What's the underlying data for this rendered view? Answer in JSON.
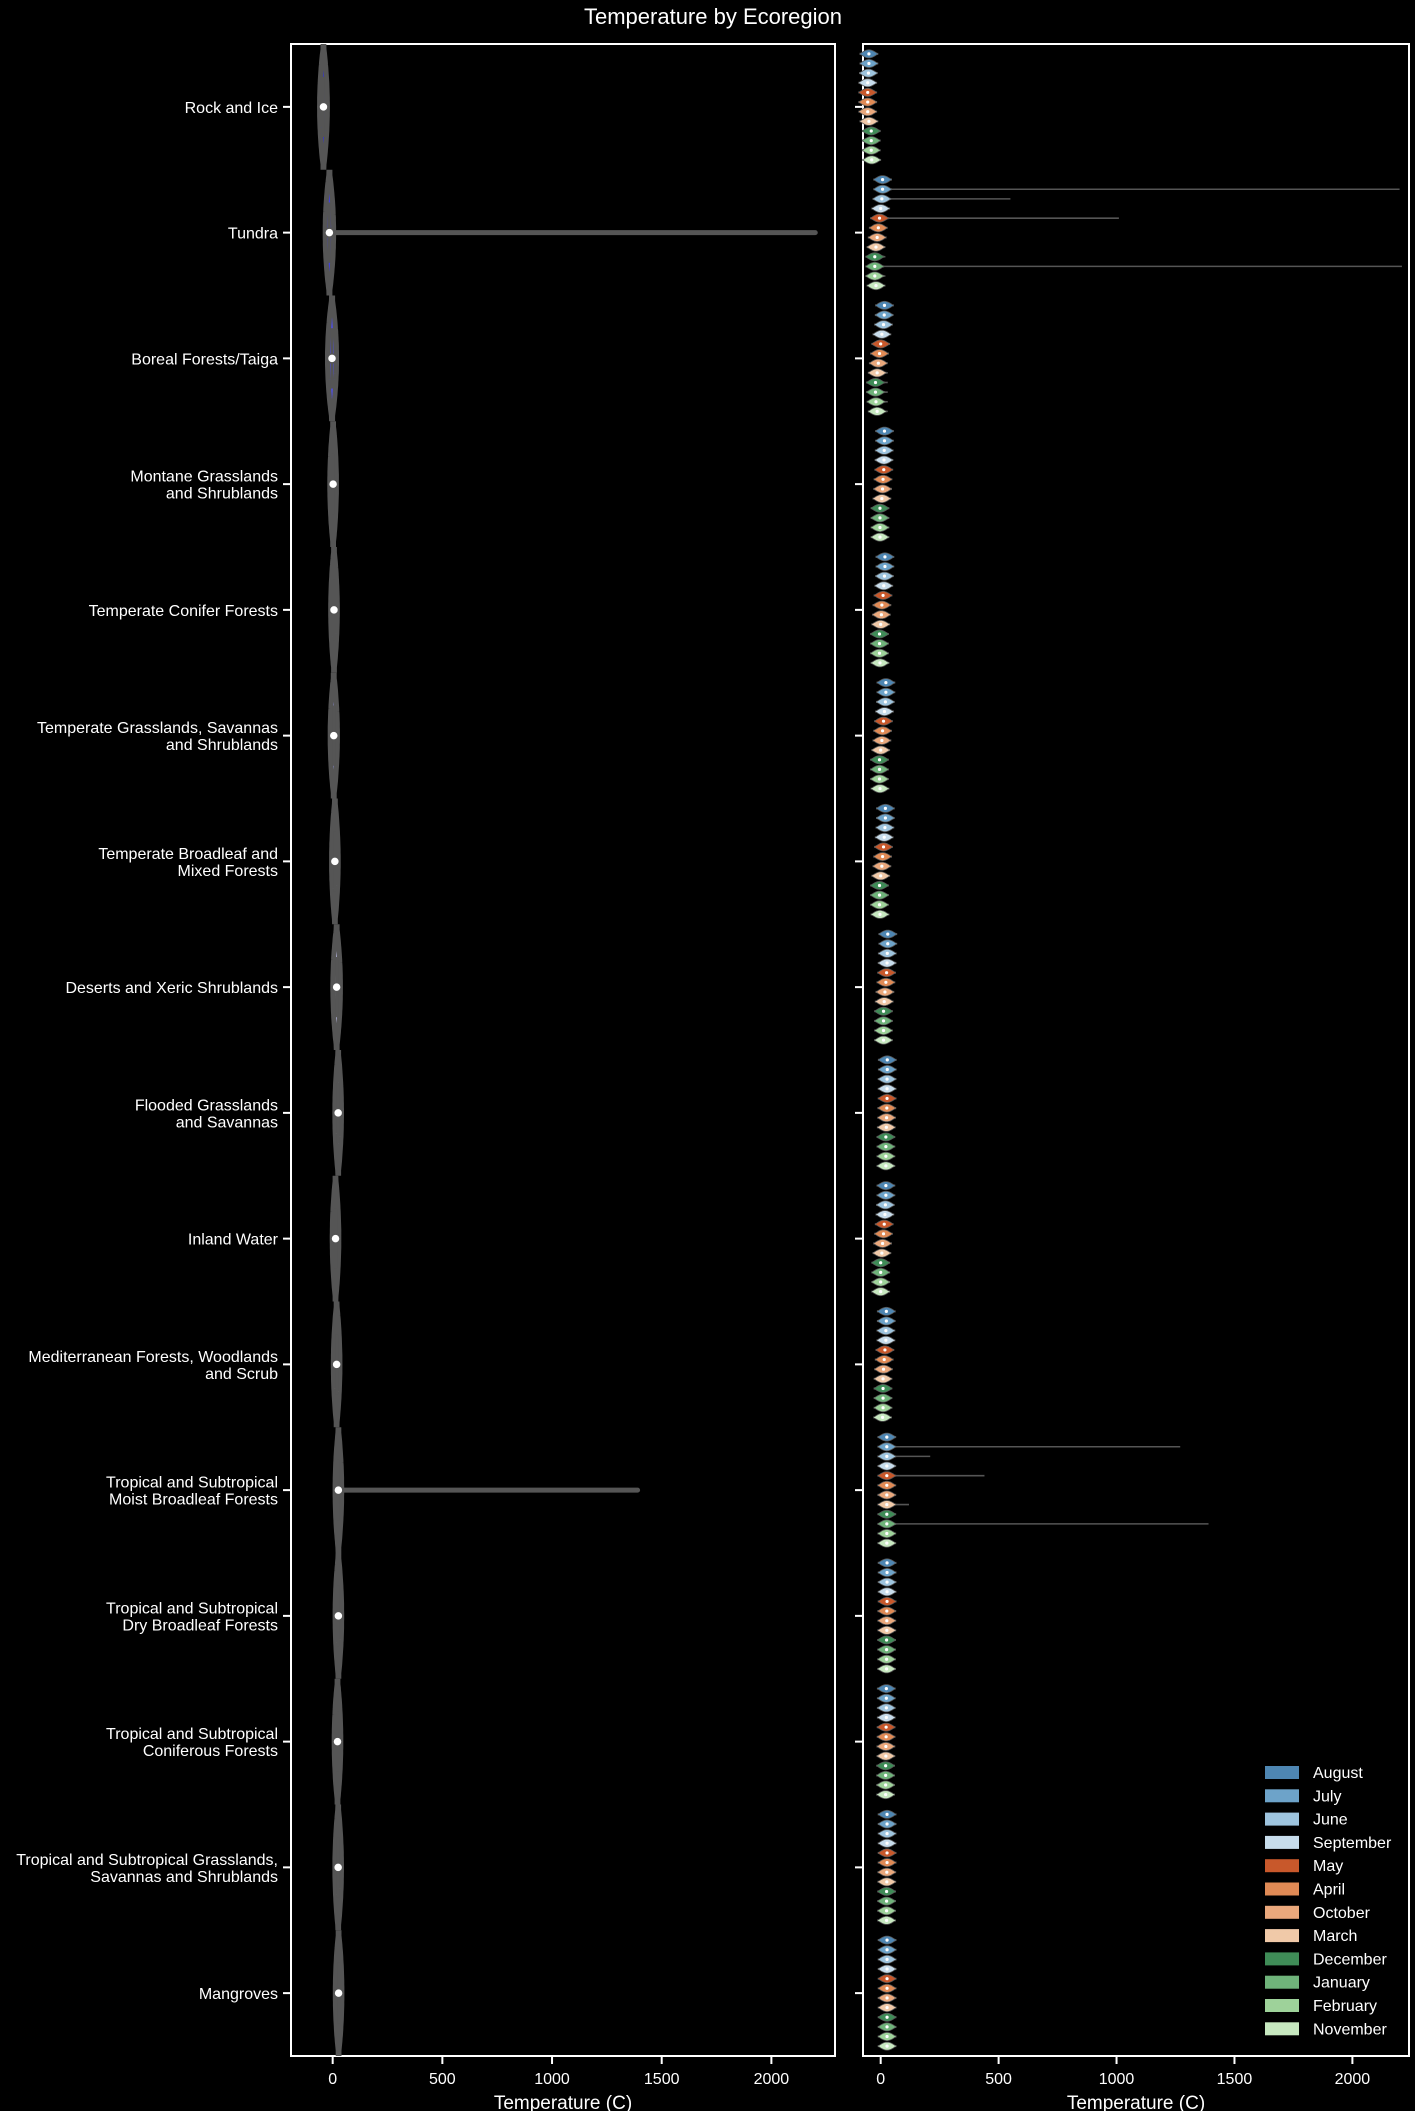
{
  "chart_data": {
    "title": "Temperature by Ecoregion",
    "type": "violin",
    "categories": [
      [
        "Rock and Ice"
      ],
      [
        "Tundra"
      ],
      [
        "Boreal Forests/Taiga"
      ],
      [
        "Montane Grasslands",
        "and Shrublands"
      ],
      [
        "Temperate Conifer Forests"
      ],
      [
        "Temperate Grasslands, Savannas",
        "and Shrublands"
      ],
      [
        "Temperate Broadleaf and",
        "Mixed Forests"
      ],
      [
        "Deserts and Xeric Shrublands"
      ],
      [
        "Flooded Grasslands",
        "and Savannas"
      ],
      [
        "Inland Water"
      ],
      [
        "Mediterranean Forests, Woodlands",
        "and Scrub"
      ],
      [
        "Tropical and Subtropical",
        "Moist Broadleaf Forests"
      ],
      [
        "Tropical and Subtropical",
        "Dry Broadleaf Forests"
      ],
      [
        "Tropical and Subtropical",
        "Coniferous Forests"
      ],
      [
        "Tropical and Subtropical Grasslands,",
        "Savannas and Shrublands"
      ],
      [
        "Mangroves"
      ]
    ],
    "ecoregion_colors": [
      "#3232d6",
      "#4040dc",
      "#5050e0",
      "#6868e4",
      "#7c7ce6",
      "#9494ea",
      "#aaaaee",
      "#c4c4f2",
      "#dcdcf4",
      "#f2eaea",
      "#f0dcd8",
      "#eccac4",
      "#e8c0b8",
      "#e4b8ae",
      "#e0b0a6",
      "#dcaaa0"
    ],
    "left_panel": {
      "xlabel": "Temperature (C)",
      "xlim": [
        -190,
        2290
      ],
      "xticks": [
        0,
        500,
        1000,
        1500,
        2000
      ],
      "violins": [
        {
          "median": -42,
          "q1": -60,
          "q3": -20,
          "min": -70,
          "max": -5,
          "whisker_max": -5
        },
        {
          "median": -15,
          "q1": -30,
          "q3": 0,
          "min": -55,
          "max": 15,
          "whisker_max": 2200
        },
        {
          "median": -3,
          "q1": -20,
          "q3": 10,
          "min": -55,
          "max": 20,
          "whisker_max": 20
        },
        {
          "median": 2,
          "q1": -8,
          "q3": 12,
          "min": -30,
          "max": 25,
          "whisker_max": 25
        },
        {
          "median": 6,
          "q1": -3,
          "q3": 14,
          "min": -25,
          "max": 28,
          "whisker_max": 28
        },
        {
          "median": 5,
          "q1": -5,
          "q3": 15,
          "min": -30,
          "max": 30,
          "whisker_max": 30
        },
        {
          "median": 10,
          "q1": 0,
          "q3": 18,
          "min": -25,
          "max": 30,
          "whisker_max": 30
        },
        {
          "median": 18,
          "q1": 8,
          "q3": 26,
          "min": -25,
          "max": 38,
          "whisker_max": 38
        },
        {
          "median": 25,
          "q1": 18,
          "q3": 29,
          "min": -20,
          "max": 35,
          "whisker_max": 35
        },
        {
          "median": 13,
          "q1": 2,
          "q3": 22,
          "min": -20,
          "max": 32,
          "whisker_max": 32
        },
        {
          "median": 18,
          "q1": 12,
          "q3": 24,
          "min": 2,
          "max": 32,
          "whisker_max": 32
        },
        {
          "median": 26,
          "q1": 24,
          "q3": 27,
          "min": 15,
          "max": 33,
          "whisker_max": 1390
        },
        {
          "median": 26,
          "q1": 23,
          "q3": 28,
          "min": 12,
          "max": 35,
          "whisker_max": 35
        },
        {
          "median": 22,
          "q1": 18,
          "q3": 25,
          "min": 8,
          "max": 32,
          "whisker_max": 32
        },
        {
          "median": 25,
          "q1": 22,
          "q3": 28,
          "min": 12,
          "max": 35,
          "whisker_max": 35
        },
        {
          "median": 27,
          "q1": 26,
          "q3": 28,
          "min": 20,
          "max": 32,
          "whisker_max": 32
        }
      ]
    },
    "right_panel": {
      "xlabel": "Temperature (C)",
      "xlim": [
        -75,
        2240
      ],
      "xticks": [
        0,
        500,
        1000,
        1500,
        2000
      ],
      "months": [
        "August",
        "July",
        "June",
        "September",
        "May",
        "April",
        "October",
        "March",
        "December",
        "January",
        "February",
        "November"
      ],
      "month_colors": [
        "#4e86b2",
        "#6da3c9",
        "#9ec4de",
        "#c7dceb",
        "#c8582b",
        "#e08a55",
        "#eaa87c",
        "#f0c9a8",
        "#3f8c57",
        "#6fb37a",
        "#9ed29a",
        "#c7e8c0"
      ],
      "month_medians": [
        [
          -50,
          -50,
          -52,
          -55,
          -55,
          -55,
          -55,
          -50,
          -40,
          -40,
          -40,
          -38
        ],
        [
          8,
          8,
          5,
          0,
          -5,
          -10,
          -15,
          -20,
          -25,
          -25,
          -25,
          -20
        ],
        [
          16,
          15,
          12,
          5,
          0,
          -5,
          -10,
          -15,
          -22,
          -22,
          -20,
          -15
        ],
        [
          16,
          16,
          15,
          14,
          13,
          10,
          8,
          5,
          -3,
          -3,
          -3,
          -3
        ],
        [
          18,
          18,
          16,
          13,
          10,
          5,
          3,
          0,
          -5,
          -5,
          -5,
          -3
        ],
        [
          22,
          22,
          20,
          16,
          12,
          8,
          5,
          0,
          -5,
          -5,
          -5,
          -3
        ],
        [
          20,
          20,
          18,
          15,
          12,
          8,
          5,
          0,
          -5,
          -5,
          -5,
          -3
        ],
        [
          30,
          30,
          28,
          27,
          25,
          22,
          18,
          15,
          12,
          12,
          12,
          12
        ],
        [
          28,
          28,
          27,
          27,
          27,
          26,
          25,
          24,
          22,
          22,
          22,
          22
        ],
        [
          22,
          22,
          20,
          18,
          15,
          12,
          8,
          5,
          0,
          0,
          0,
          0
        ],
        [
          24,
          24,
          22,
          22,
          18,
          15,
          12,
          10,
          10,
          10,
          10,
          8
        ],
        [
          26,
          26,
          26,
          26,
          26,
          26,
          26,
          26,
          26,
          26,
          26,
          26
        ],
        [
          27,
          27,
          27,
          27,
          27,
          26,
          26,
          26,
          25,
          25,
          25,
          25
        ],
        [
          24,
          24,
          24,
          24,
          23,
          23,
          22,
          22,
          21,
          21,
          21,
          21
        ],
        [
          27,
          27,
          27,
          27,
          27,
          27,
          26,
          26,
          25,
          25,
          25,
          25
        ],
        [
          27,
          27,
          27,
          27,
          27,
          27,
          27,
          27,
          27,
          27,
          27,
          27
        ]
      ],
      "month_whisker_max": [
        [
          -20,
          -20,
          -20,
          -20,
          -20,
          -20,
          -20,
          -20,
          -20,
          -20,
          -20,
          -20
        ],
        [
          20,
          2200,
          550,
          20,
          1010,
          20,
          20,
          20,
          20,
          2210,
          20,
          20
        ],
        [
          30,
          30,
          30,
          30,
          30,
          30,
          30,
          30,
          30,
          30,
          30,
          30
        ],
        [
          30,
          30,
          30,
          30,
          30,
          30,
          30,
          30,
          30,
          30,
          30,
          30
        ],
        [
          30,
          30,
          30,
          30,
          30,
          30,
          30,
          30,
          30,
          30,
          30,
          30
        ],
        [
          32,
          32,
          32,
          32,
          32,
          32,
          32,
          32,
          32,
          32,
          32,
          32
        ],
        [
          32,
          32,
          32,
          32,
          32,
          32,
          32,
          32,
          32,
          32,
          32,
          32
        ],
        [
          40,
          40,
          40,
          40,
          40,
          40,
          40,
          40,
          40,
          40,
          40,
          40
        ],
        [
          35,
          35,
          35,
          35,
          35,
          35,
          35,
          35,
          35,
          35,
          35,
          35
        ],
        [
          32,
          32,
          32,
          32,
          32,
          32,
          32,
          32,
          32,
          32,
          32,
          32
        ],
        [
          32,
          32,
          32,
          32,
          32,
          32,
          32,
          32,
          32,
          32,
          32,
          32
        ],
        [
          33,
          1270,
          210,
          33,
          440,
          33,
          33,
          120,
          33,
          1390,
          33,
          33
        ],
        [
          35,
          35,
          35,
          35,
          35,
          35,
          35,
          35,
          35,
          35,
          35,
          35
        ],
        [
          32,
          32,
          32,
          32,
          32,
          32,
          32,
          32,
          32,
          32,
          32,
          32
        ],
        [
          35,
          35,
          35,
          35,
          35,
          35,
          35,
          35,
          35,
          35,
          35,
          35
        ],
        [
          32,
          32,
          32,
          32,
          32,
          32,
          32,
          32,
          32,
          32,
          32,
          32
        ]
      ],
      "legend_position": "lower right"
    },
    "style": {
      "background": "#000000",
      "axes_edge": "#ffffff",
      "violin_edge": "#555555",
      "whisker": "#555555"
    }
  }
}
